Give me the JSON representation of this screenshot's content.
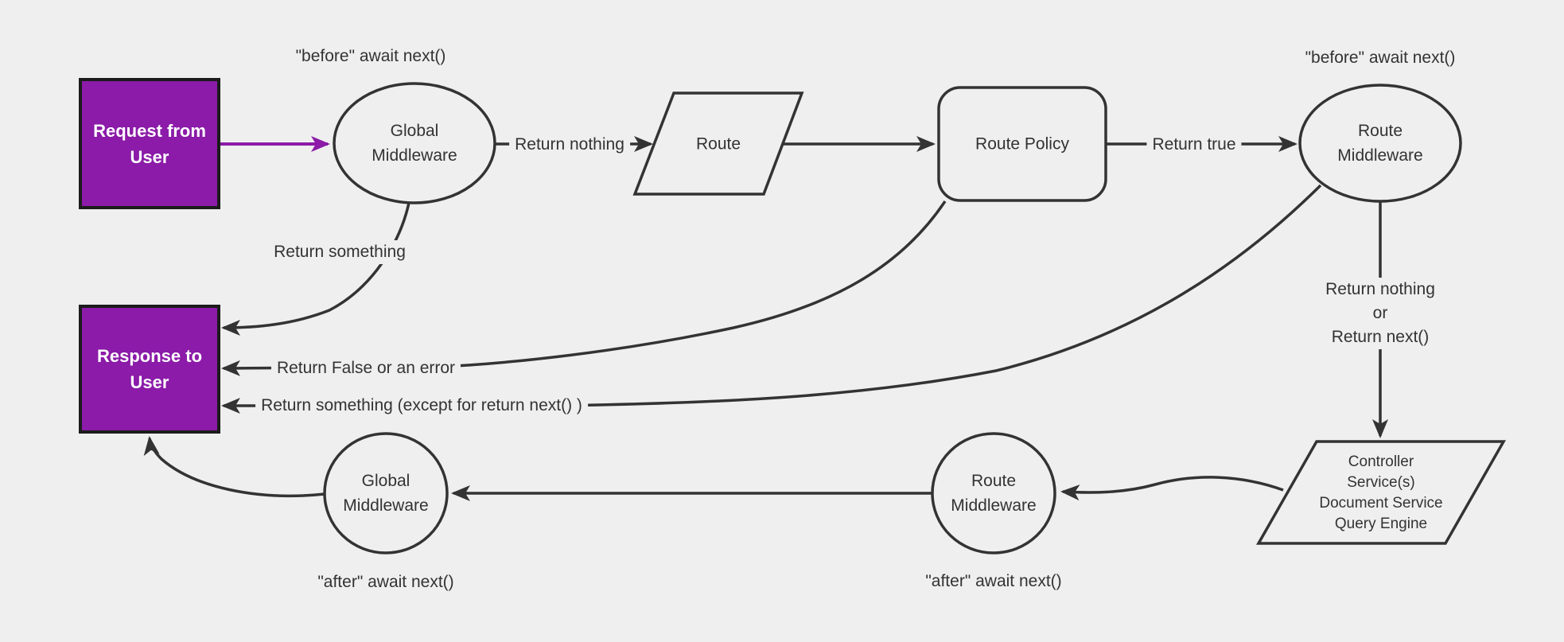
{
  "diagram": {
    "colors": {
      "background": "#efefef",
      "line": "#333333",
      "purple_fill": "#8b1ba8",
      "purple_arrow": "#8b1ba8",
      "node_border_dark": "#1b1b1b",
      "text": "#333333",
      "text_on_purple": "#ffffff"
    },
    "nodes": {
      "request": {
        "label": "Request from User"
      },
      "response": {
        "label": "Response to User"
      },
      "global_middleware_top": {
        "label": "Global\nMiddleware"
      },
      "route": {
        "label": "Route"
      },
      "route_policy": {
        "label": "Route Policy"
      },
      "route_middleware_top": {
        "label": "Route\nMiddleware"
      },
      "controller_services": {
        "label": "Controller\nService(s)\nDocument Service\nQuery Engine"
      },
      "route_middleware_bottom": {
        "label": "Route\nMiddleware"
      },
      "global_middleware_bottom": {
        "label": "Global\nMiddleware"
      }
    },
    "edge_labels": {
      "before_await_next_left": "\"before\" await next()",
      "before_await_next_right": "\"before\" await next()",
      "after_await_next_left": "\"after\" await next()",
      "after_await_next_right": "\"after\" await next()",
      "return_nothing": "Return nothing",
      "return_true": "Return true",
      "return_something": "Return something",
      "return_false_or_error": "Return False or an error",
      "return_something_except": "Return something (except for return next() )",
      "return_nothing_or_next": "Return nothing\nor\nReturn next()"
    }
  }
}
